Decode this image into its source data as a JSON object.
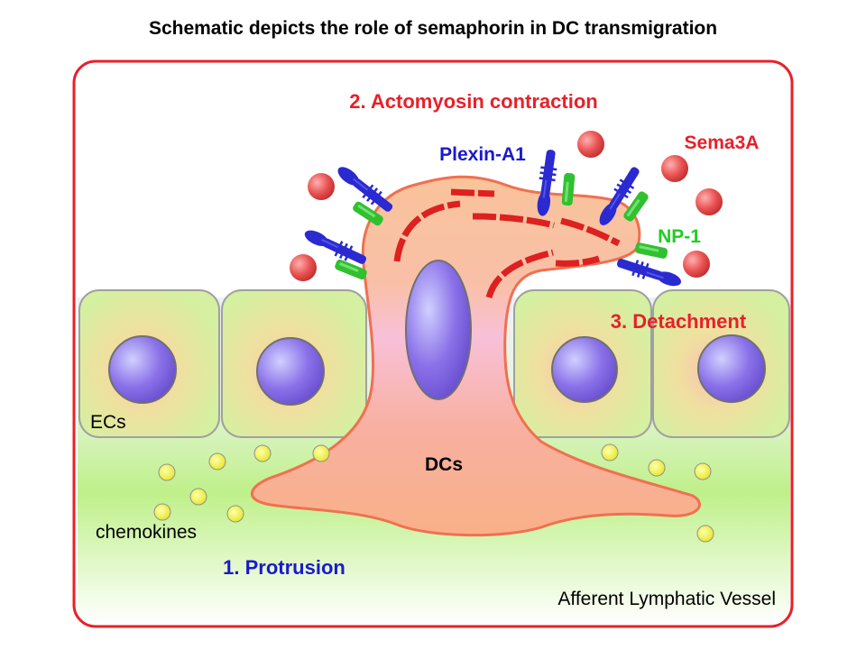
{
  "title": "Schematic depicts the role of semaphorin in DC transmigration",
  "labels": {
    "actomyosin": "2. Actomyosin contraction",
    "plexin": "Plexin-A1",
    "sema3a": "Sema3A",
    "np1": "NP-1",
    "detachment": "3. Detachment",
    "ecs": "ECs",
    "dcs": "DCs",
    "chemokines": "chemokines",
    "protrusion": "1. Protrusion",
    "vessel": "Afferent Lymphatic Vessel"
  },
  "colors": {
    "frame": "#e8202a",
    "red_label": "#e8202a",
    "blue_label": "#1a1acc",
    "green_label": "#22cc22",
    "plexin": "#2a2ad0",
    "np1": "#30c030",
    "sema3a": "#e85050",
    "chemokine": "#f0f040",
    "ec_cell": "#d8f0a0",
    "nucleus": "#8a70e8",
    "dc_body": "#f8b890"
  }
}
